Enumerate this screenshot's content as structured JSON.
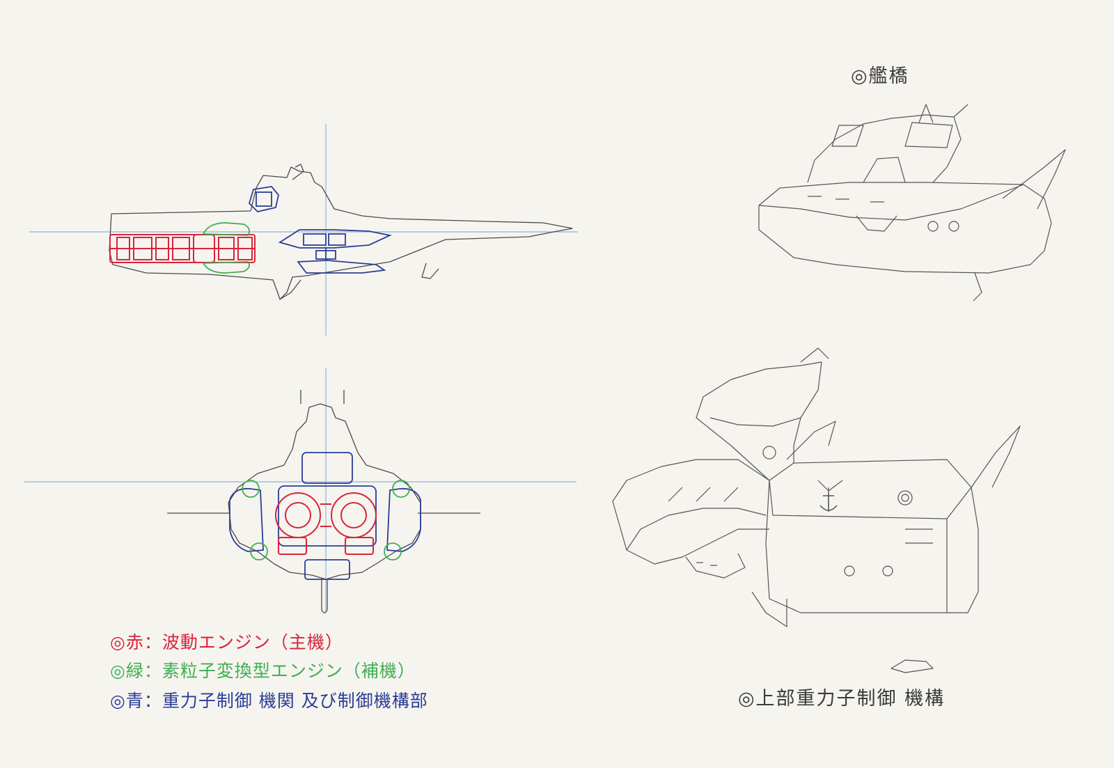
{
  "labels": {
    "bridge": "◎艦橋",
    "upper_mechanism": "◎上部重力子制御 機構"
  },
  "legend": [
    {
      "text": "◎赤：波動エンジン（主機）",
      "color": "#d9243a"
    },
    {
      "text": "◎緑：素粒子変換型エンジン（補機）",
      "color": "#3fae50"
    },
    {
      "text": "◎青：重力子制御 機関 及び制御機構部",
      "color": "#2a3d97"
    }
  ],
  "colors": {
    "paper": "#f6f4ef",
    "guide_line": "#8ab4e0",
    "pencil": "#4a4a4a"
  }
}
